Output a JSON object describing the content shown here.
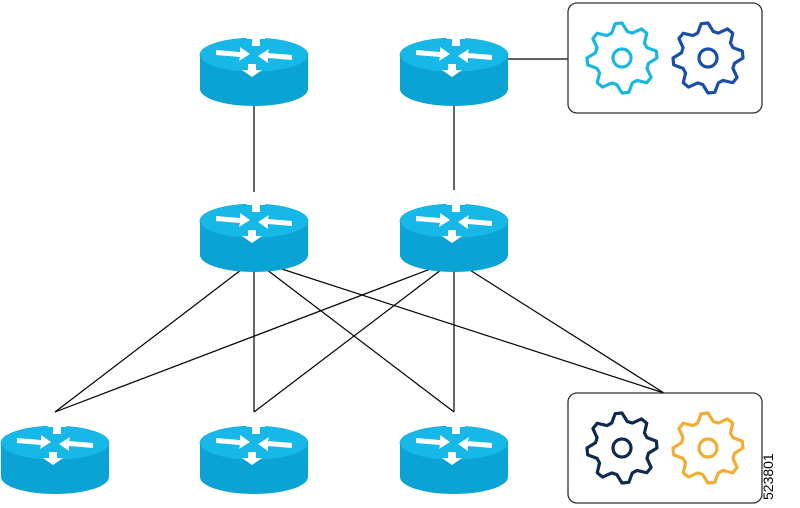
{
  "figure_id": "523801",
  "colors": {
    "router_top": "#15b8e6",
    "router_side": "#0aa3d3",
    "router_arrows": "#ffffff",
    "link": "#000000",
    "service_box_border": "#333333",
    "gear_cyan": "#1ab7e0",
    "gear_blue": "#1a4ea8",
    "gear_navy": "#0f2a4f",
    "gear_amber": "#f2ad33"
  },
  "routers": [
    {
      "id": "r-top-left",
      "tier": "top"
    },
    {
      "id": "r-top-right",
      "tier": "top"
    },
    {
      "id": "r-mid-left",
      "tier": "middle"
    },
    {
      "id": "r-mid-right",
      "tier": "middle"
    },
    {
      "id": "r-bottom-left",
      "tier": "bottom"
    },
    {
      "id": "r-bottom-center",
      "tier": "bottom"
    },
    {
      "id": "r-bottom-right",
      "tier": "bottom"
    }
  ],
  "service_boxes": [
    {
      "id": "services-top",
      "gears": [
        "gear_cyan",
        "gear_blue"
      ],
      "icon": "gear-icon"
    },
    {
      "id": "services-bottom",
      "gears": [
        "gear_navy",
        "gear_amber"
      ],
      "icon": "gear-icon"
    }
  ]
}
